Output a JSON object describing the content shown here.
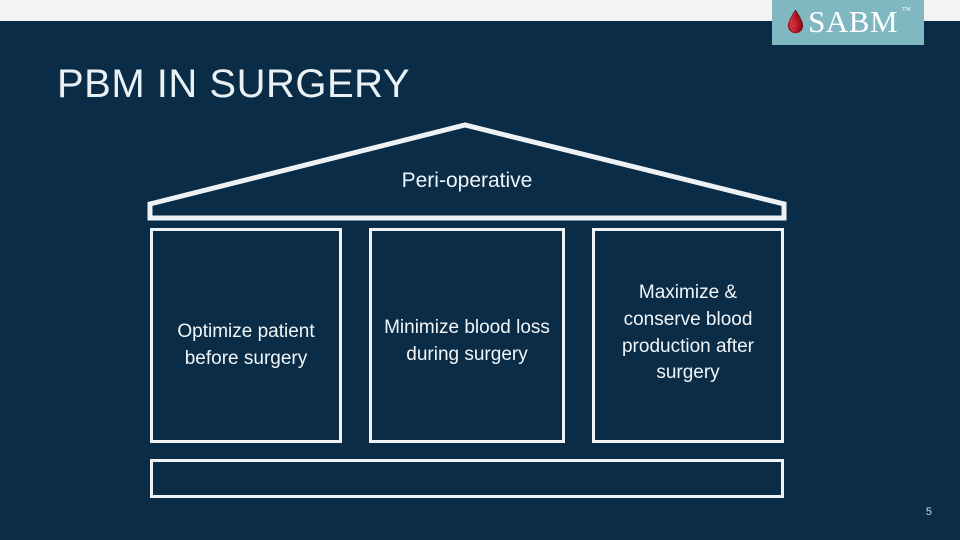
{
  "slide": {
    "page_number": "5",
    "background_color": "#0a2c47",
    "accent_color": "#eef2f5",
    "top_band_color": "#f3f3f3"
  },
  "logo": {
    "name": "SABM",
    "wordmark": "SABM",
    "trademark": "™",
    "plate_color": "#80b8c2",
    "drop_color": "#a81020",
    "icon": "blood-drop-icon"
  },
  "title": "PBM IN SURGERY",
  "diagram": {
    "type": "house-framework",
    "roof": {
      "label": "Peri-operative"
    },
    "pillars": [
      {
        "label": "Optimize patient before surgery"
      },
      {
        "label": "Minimize blood loss during surgery"
      },
      {
        "label": "Maximize & conserve blood production after surgery"
      }
    ],
    "foundation": {
      "label": ""
    }
  }
}
